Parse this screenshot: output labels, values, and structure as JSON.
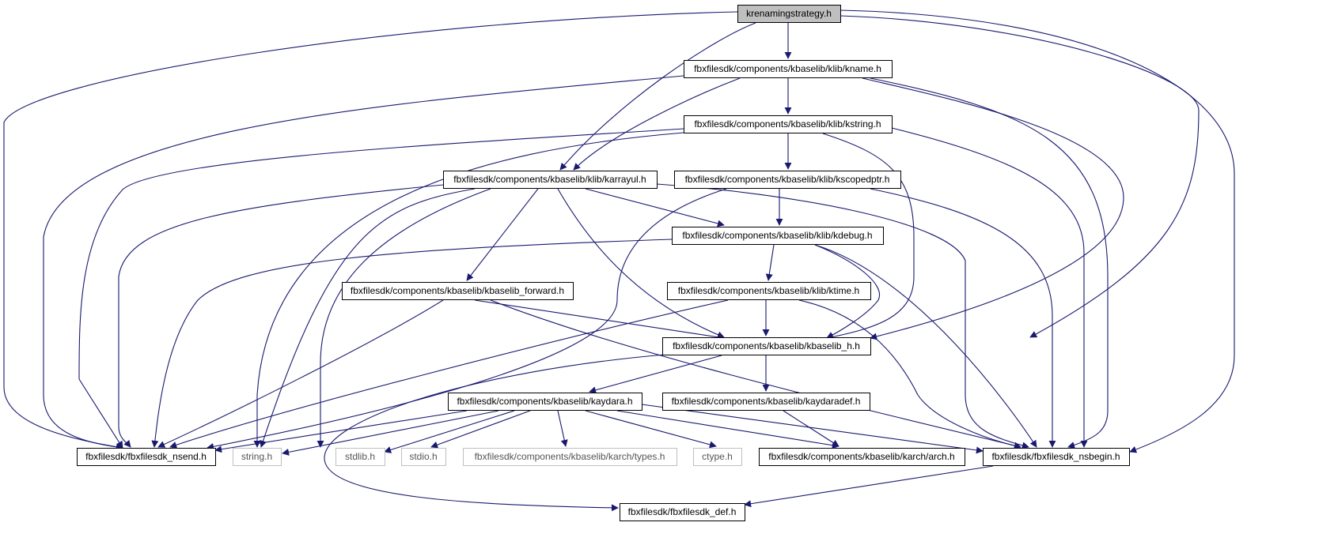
{
  "colors": {
    "edge": "#191970",
    "root_fill": "#bfbfbf",
    "node_border": "#000000",
    "external_border": "#bfbfbf"
  },
  "nodes": [
    {
      "id": "root",
      "label": "krenamingstrategy.h",
      "kind": "root"
    },
    {
      "id": "kname",
      "label": "fbxfilesdk/components/kbaselib/klib/kname.h",
      "kind": "doc"
    },
    {
      "id": "kstring",
      "label": "fbxfilesdk/components/kbaselib/klib/kstring.h",
      "kind": "doc"
    },
    {
      "id": "karrayul",
      "label": "fbxfilesdk/components/kbaselib/klib/karrayul.h",
      "kind": "doc"
    },
    {
      "id": "kscopedptr",
      "label": "fbxfilesdk/components/kbaselib/klib/kscopedptr.h",
      "kind": "doc"
    },
    {
      "id": "kdebug",
      "label": "fbxfilesdk/components/kbaselib/klib/kdebug.h",
      "kind": "doc"
    },
    {
      "id": "kforward",
      "label": "fbxfilesdk/components/kbaselib/kbaselib_forward.h",
      "kind": "doc"
    },
    {
      "id": "ktime",
      "label": "fbxfilesdk/components/kbaselib/klib/ktime.h",
      "kind": "doc"
    },
    {
      "id": "kbaselib_h",
      "label": "fbxfilesdk/components/kbaselib/kbaselib_h.h",
      "kind": "doc"
    },
    {
      "id": "kaydara",
      "label": "fbxfilesdk/components/kbaselib/kaydara.h",
      "kind": "doc"
    },
    {
      "id": "kaydaradef",
      "label": "fbxfilesdk/components/kbaselib/kaydaradef.h",
      "kind": "doc"
    },
    {
      "id": "nsend",
      "label": "fbxfilesdk/fbxfilesdk_nsend.h",
      "kind": "doc"
    },
    {
      "id": "string",
      "label": "string.h",
      "kind": "external"
    },
    {
      "id": "stdlib",
      "label": "stdlib.h",
      "kind": "external"
    },
    {
      "id": "stdio",
      "label": "stdio.h",
      "kind": "external"
    },
    {
      "id": "types",
      "label": "fbxfilesdk/components/kbaselib/karch/types.h",
      "kind": "external"
    },
    {
      "id": "ctype",
      "label": "ctype.h",
      "kind": "external"
    },
    {
      "id": "arch",
      "label": "fbxfilesdk/components/kbaselib/karch/arch.h",
      "kind": "doc"
    },
    {
      "id": "nsbegin",
      "label": "fbxfilesdk/fbxfilesdk_nsbegin.h",
      "kind": "doc"
    },
    {
      "id": "def",
      "label": "fbxfilesdk/fbxfilesdk_def.h",
      "kind": "doc"
    }
  ]
}
